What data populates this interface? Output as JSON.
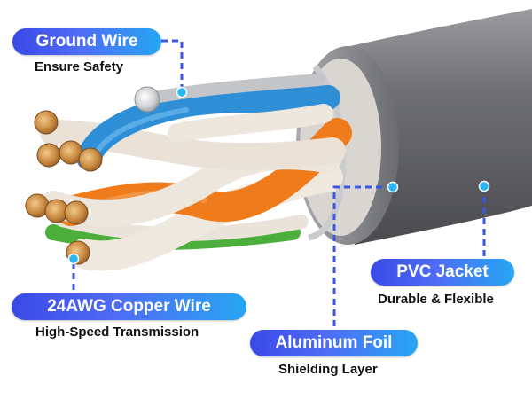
{
  "labels": {
    "ground_wire": {
      "title": "Ground Wire",
      "subtitle": "Ensure Safety"
    },
    "copper_wire": {
      "title": "24AWG Copper Wire",
      "subtitle": "High-Speed Transmission"
    },
    "aluminum_foil": {
      "title": "Aluminum Foil",
      "subtitle": "Shielding Layer"
    },
    "pvc_jacket": {
      "title": "PVC Jacket",
      "subtitle": "Durable & Flexible"
    }
  },
  "colors": {
    "pill_gradient_start": "#3a49e6",
    "pill_gradient_end": "#27a6f2",
    "leader_line": "#3b55e8",
    "marker_dot": "#29b6f6",
    "jacket": "#6e6f73",
    "wire_blue": "#2f8fd6",
    "wire_orange": "#f07b1a",
    "wire_green": "#4caf3c",
    "wire_white": "#efe8df",
    "copper": "#c7873e"
  }
}
